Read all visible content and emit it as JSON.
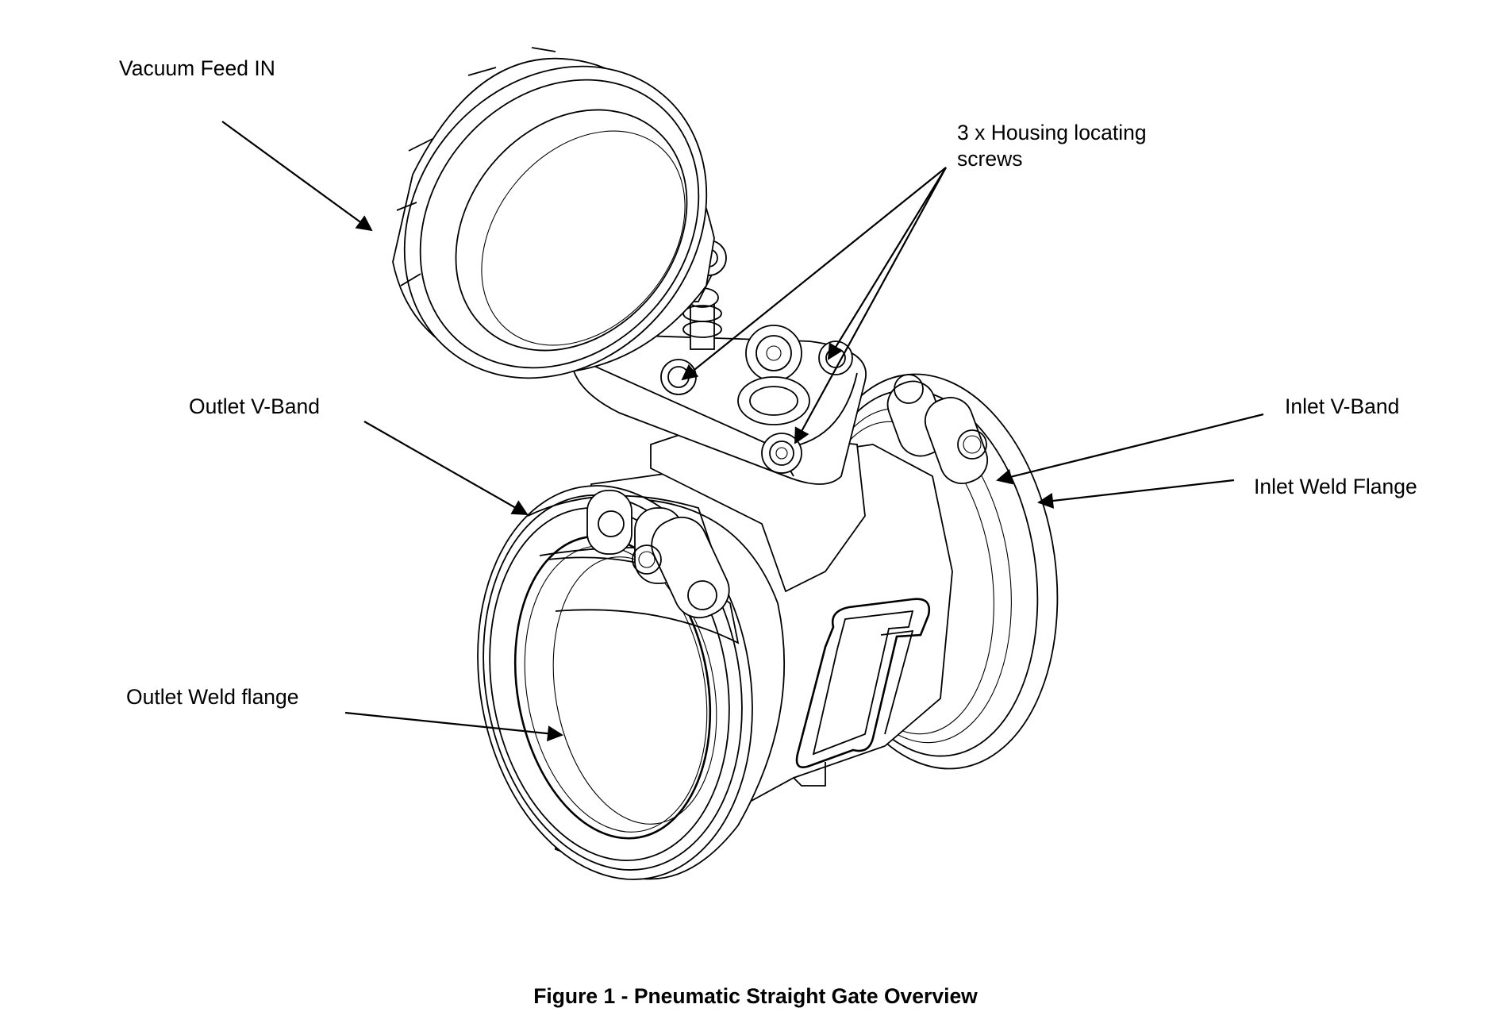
{
  "labels": {
    "vacuum_feed": "Vacuum Feed IN",
    "housing_screws_line1": "3 x Housing locating",
    "housing_screws_line2": "screws",
    "outlet_vband": "Outlet V-Band",
    "inlet_vband": "Inlet V-Band",
    "inlet_weld_flange": "Inlet Weld Flange",
    "outlet_weld_flange": "Outlet Weld flange"
  },
  "caption": "Figure 1 - Pneumatic Straight Gate Overview"
}
